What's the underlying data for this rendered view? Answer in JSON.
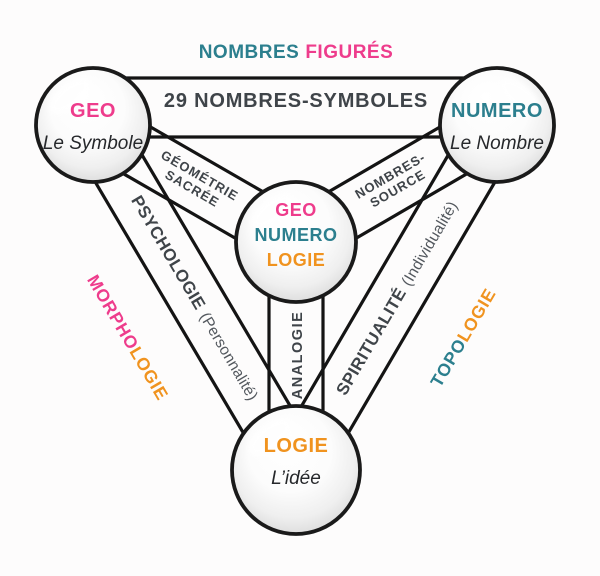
{
  "palette": {
    "teal": "#2c7f8e",
    "pink": "#ee3c8c",
    "orange": "#f0931f",
    "dark_text": "#3f4449",
    "paren_text": "#53585e",
    "subtitle_text": "#26282b",
    "line": "#141414",
    "background": "#fdfcfc"
  },
  "title": {
    "nombres": "NOMBRES",
    "figures": "FIGURÉS"
  },
  "top_band": {
    "label": "29 NOMBRES-SYMBOLES"
  },
  "nodes": {
    "geo": {
      "name": "GEO",
      "subtitle": "Le Symbole"
    },
    "numero": {
      "name": "NUMERO",
      "subtitle": "Le Nombre"
    },
    "geonumerologie": {
      "line1": "GEO",
      "line2": "NUMERO",
      "line3": "LOGIE"
    },
    "logie": {
      "name": "LOGIE",
      "subtitle": "L’idée"
    }
  },
  "edges": {
    "geometrie_sacree": {
      "line1": "GÉOMÉTRIE",
      "line2": "SACRÉE"
    },
    "nombres_source": {
      "line1": "NOMBRES-",
      "line2": "SOURCE"
    },
    "analogie": {
      "label": "ANALOGIE"
    },
    "psychologie": {
      "bold": "PSYCHOLOGIE",
      "paren": "(Personnalité)"
    },
    "spiritualite": {
      "bold": "SPIRITUALITÉ",
      "paren": "(Individualité)"
    }
  },
  "outer_labels": {
    "morphologie": {
      "part1": "MORPHO",
      "part2": "LOGIE"
    },
    "topologie": {
      "part1": "TOPO",
      "part2": "LOGIE"
    }
  }
}
